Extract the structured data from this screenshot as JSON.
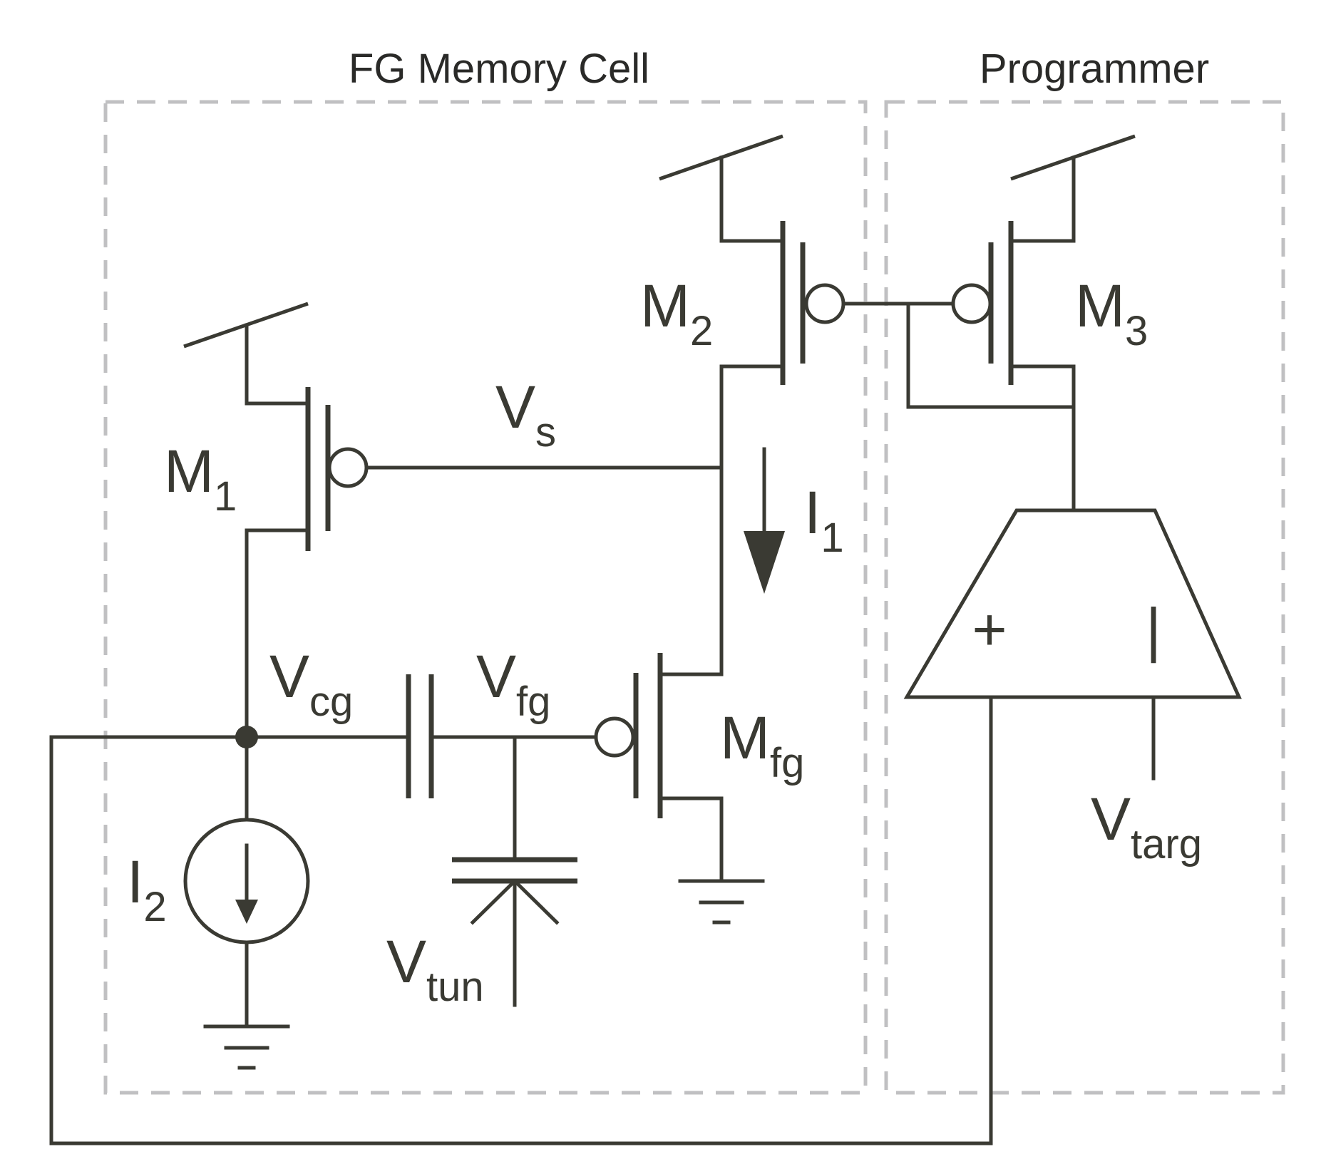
{
  "boxes": {
    "memory_cell_title": "FG Memory Cell",
    "programmer_title": "Programmer"
  },
  "transistors": {
    "m1": {
      "main": "M",
      "sub": "1"
    },
    "m2": {
      "main": "M",
      "sub": "2"
    },
    "m3": {
      "main": "M",
      "sub": "3"
    },
    "mfg": {
      "main": "M",
      "sub": "fg"
    }
  },
  "nodes": {
    "vs": {
      "main": "V",
      "sub": "s"
    },
    "vcg": {
      "main": "V",
      "sub": "cg"
    },
    "vfg": {
      "main": "V",
      "sub": "fg"
    },
    "vtun": {
      "main": "V",
      "sub": "tun"
    },
    "vtarg": {
      "main": "V",
      "sub": "targ"
    }
  },
  "currents": {
    "i1": {
      "main": "I",
      "sub": "1"
    },
    "i2": {
      "main": "I",
      "sub": "2"
    }
  },
  "amplifier": {
    "plus": "+",
    "minus": "|"
  },
  "colors": {
    "ink": "#3a3a33",
    "dashed_box": "#c0c0c2",
    "background": "#ffffff"
  }
}
